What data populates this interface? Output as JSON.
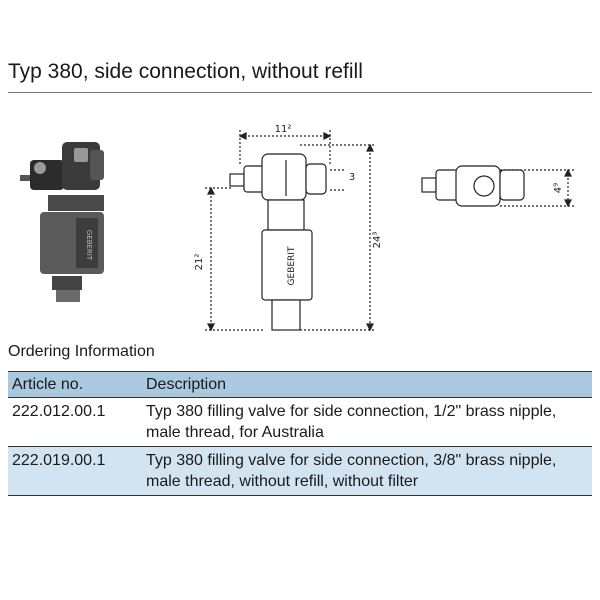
{
  "title": "Typ 380, side connection, without refill",
  "drawing": {
    "brand_text": "GEBERIT",
    "dimensions": {
      "top_width": "11²",
      "height_mid": "21²",
      "height_total": "24³",
      "offset_small": "3",
      "side_width": "4⁹"
    }
  },
  "ordering": {
    "heading": "Ordering Information",
    "columns": {
      "article": "Article no.",
      "description": "Description"
    },
    "rows": [
      {
        "article": "222.012.00.1",
        "description": "Typ 380 filling valve for side connection, 1/2\" brass nipple, male thread, for Australia"
      },
      {
        "article": "222.019.00.1",
        "description": "Typ 380 filling valve for side connection, 3/8\" brass nipple, male thread, without refill, without filter"
      }
    ]
  }
}
